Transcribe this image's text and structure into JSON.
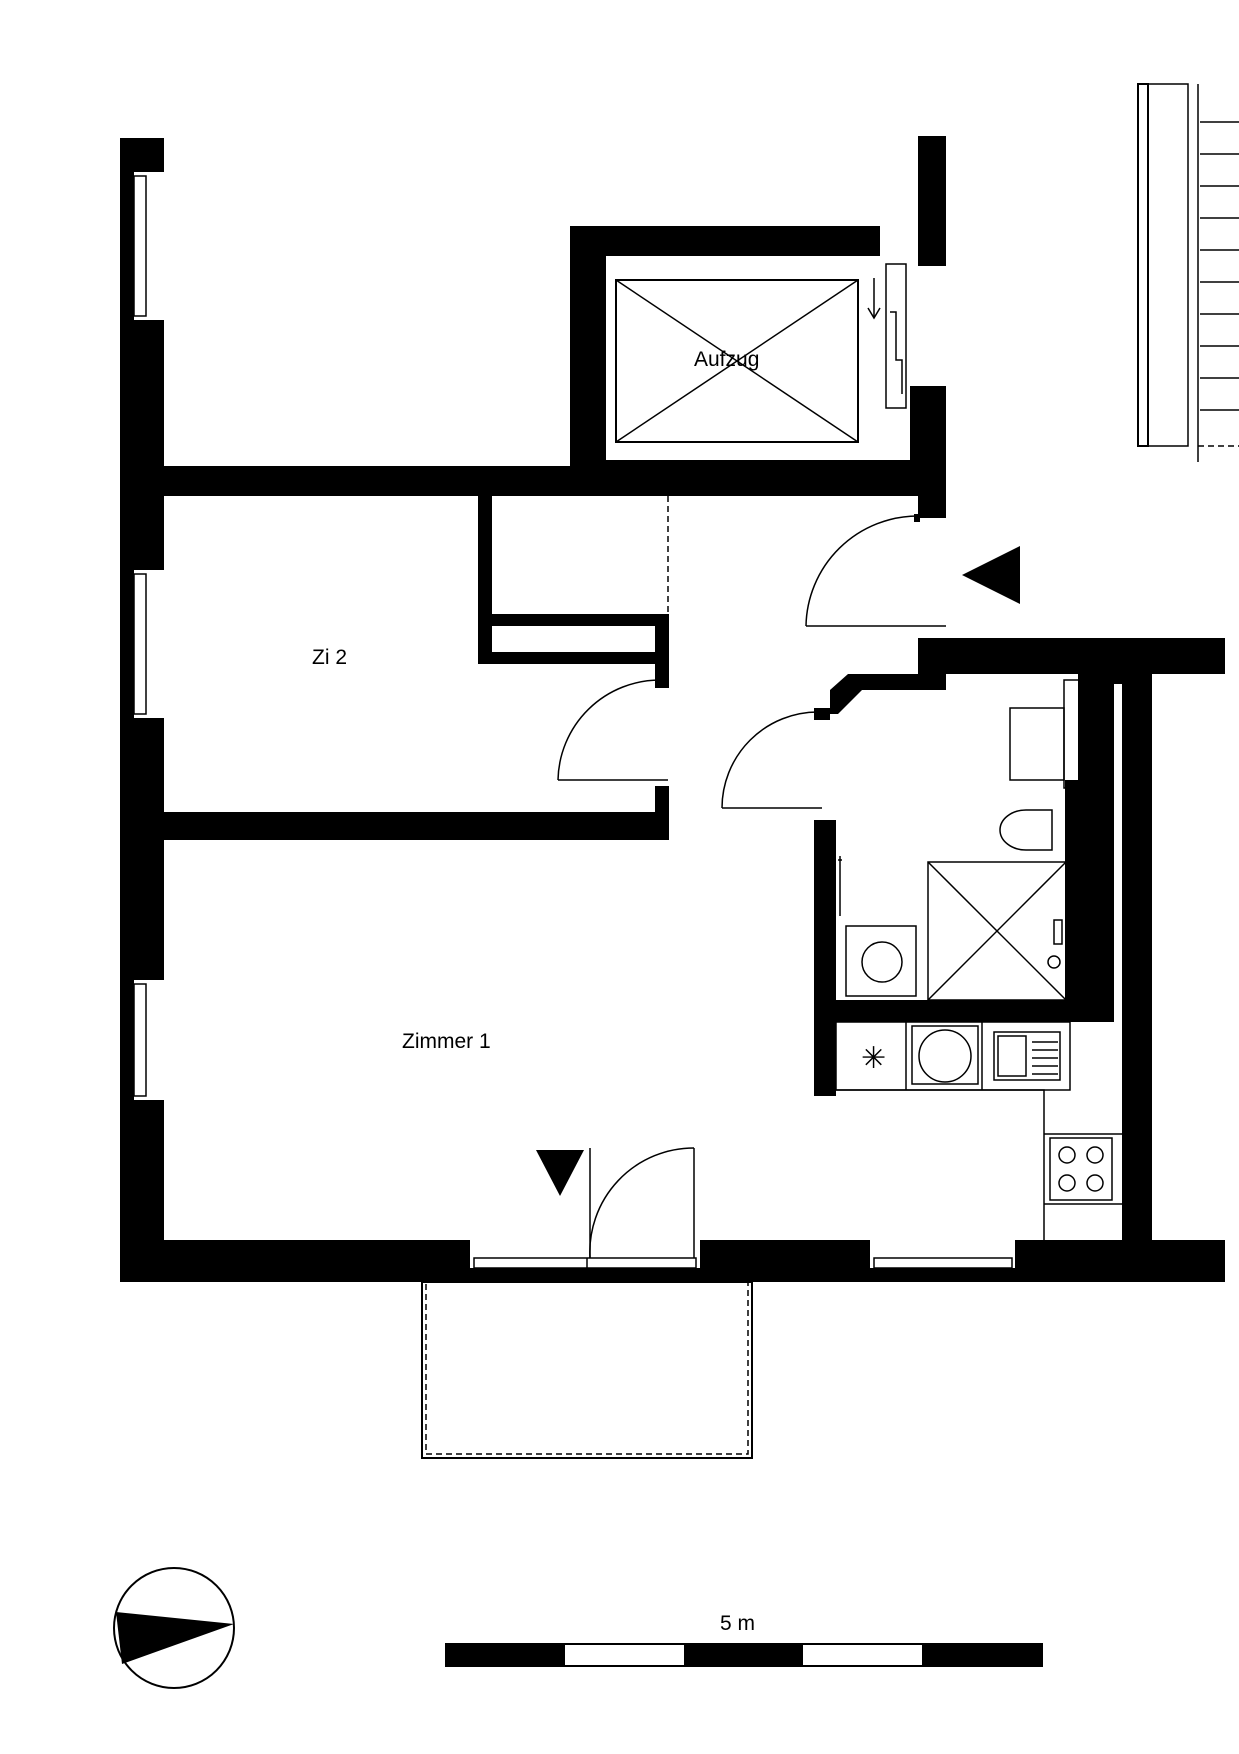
{
  "rooms": {
    "elevator": "Aufzug",
    "room2": "Zi 2",
    "room1": "Zimmer 1"
  },
  "scale_bar": {
    "label": "5 m",
    "segments": 5
  },
  "colors": {
    "wall": "#000000",
    "background": "#ffffff"
  },
  "icons": {
    "compass": "north-compass-icon",
    "entrance": "entrance-arrow-icon"
  }
}
